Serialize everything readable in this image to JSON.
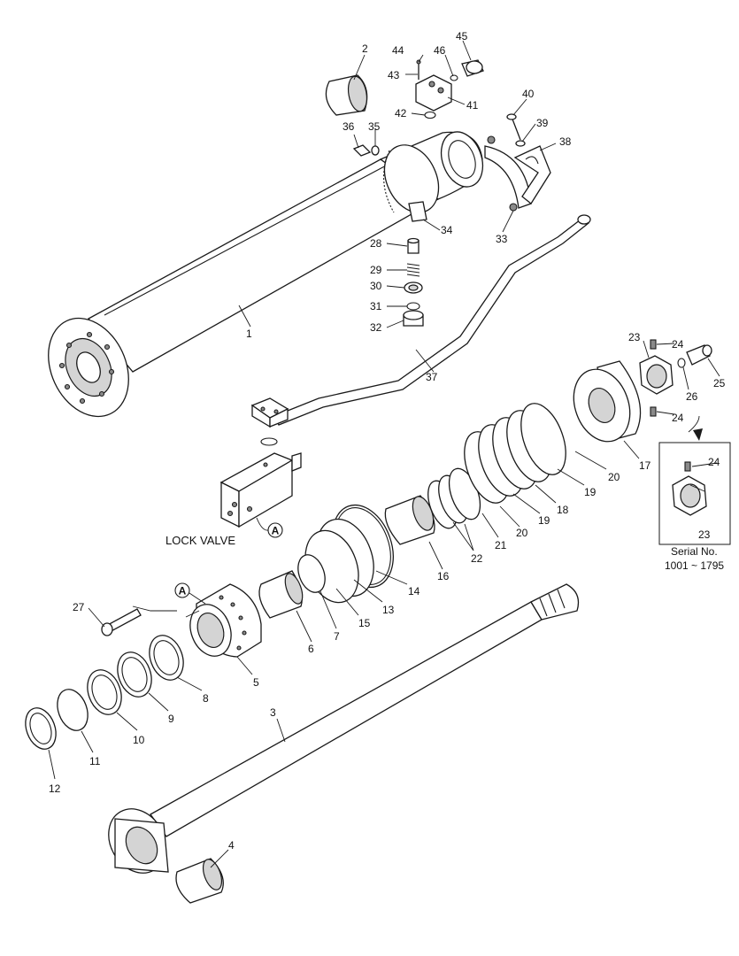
{
  "diagram": {
    "part_numbers": {
      "p1": "1",
      "p2": "2",
      "p3": "3",
      "p4": "4",
      "p5": "5",
      "p6": "6",
      "p7": "7",
      "p8": "8",
      "p9": "9",
      "p10": "10",
      "p11": "11",
      "p12": "12",
      "p13": "13",
      "p14": "14",
      "p15": "15",
      "p16": "16",
      "p17": "17",
      "p18a": "18",
      "p19a": "19",
      "p19b": "19",
      "p20a": "20",
      "p20b": "20",
      "p21": "21",
      "p22": "22",
      "p23a": "23",
      "p23b": "23",
      "p24a": "24",
      "p24b": "24",
      "p24c": "24",
      "p25": "25",
      "p26": "26",
      "p27": "27",
      "p28": "28",
      "p29": "29",
      "p30": "30",
      "p31": "31",
      "p32": "32",
      "p33": "33",
      "p34": "34",
      "p35": "35",
      "p36": "36",
      "p37": "37",
      "p38": "38",
      "p39": "39",
      "p40": "40",
      "p41": "41",
      "p42": "42",
      "p43": "43",
      "p44": "44",
      "p45": "45",
      "p46": "46"
    },
    "lock_valve_label": "LOCK VALVE",
    "ref_marker": "A",
    "serial_note": {
      "line1": "Serial No.",
      "line2": "1001 ~ 1795"
    }
  }
}
